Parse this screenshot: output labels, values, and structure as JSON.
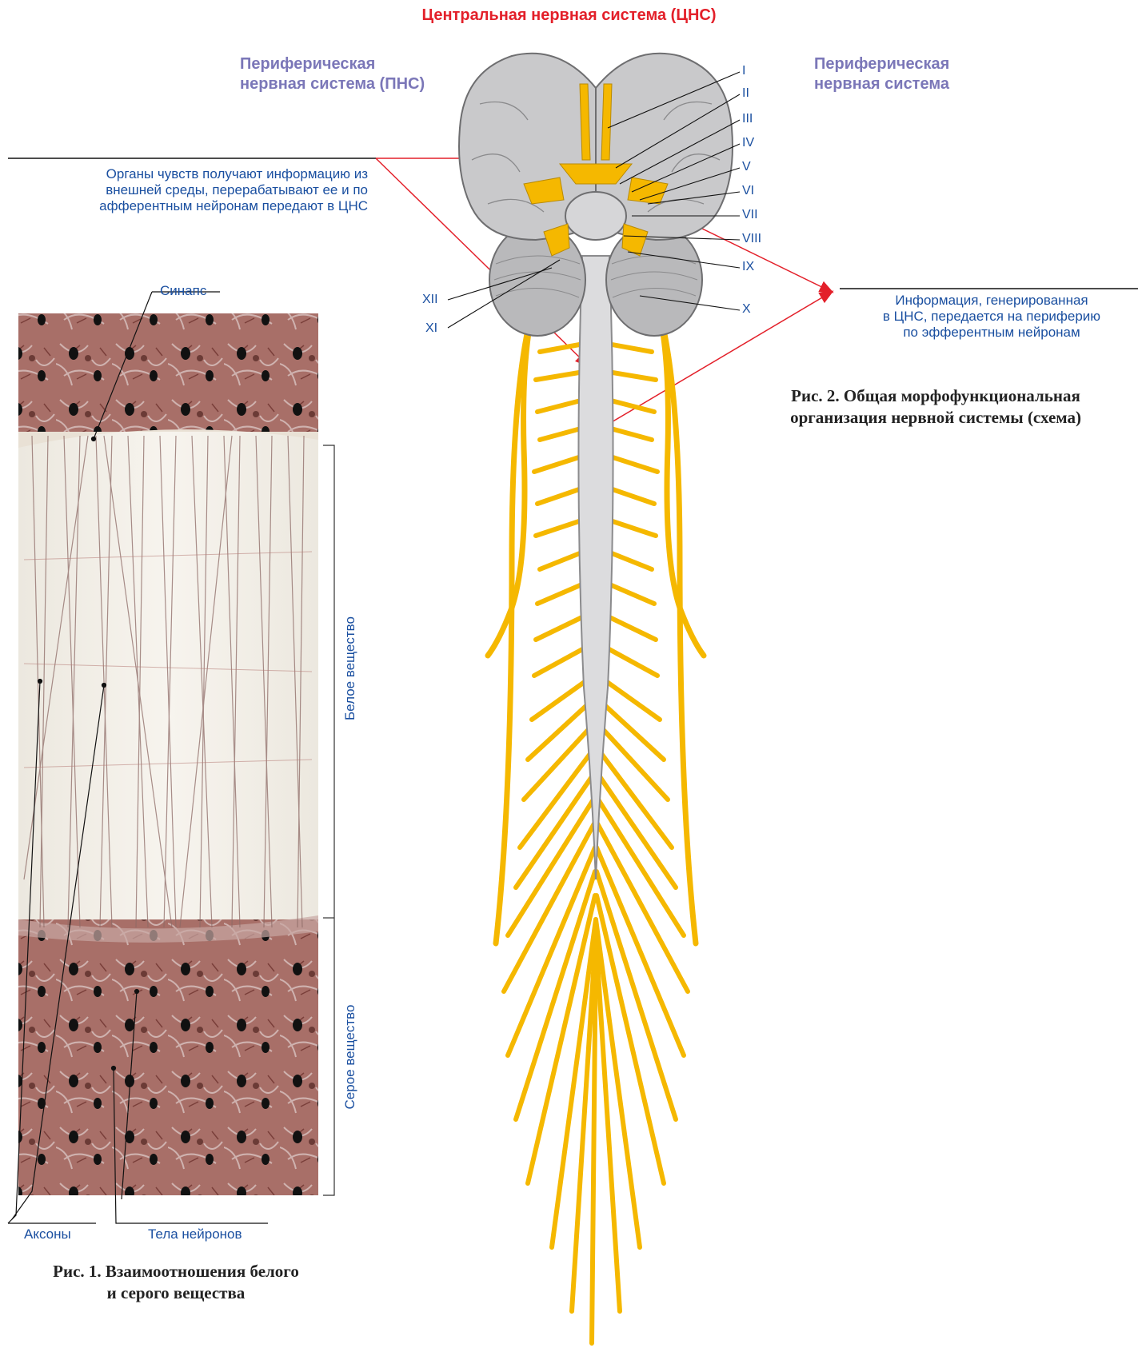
{
  "header": {
    "cns_title": "Центральная нервная система (ЦНС)",
    "pns_left": [
      "Периферическая",
      "нервная система (ПНС)"
    ],
    "pns_right": [
      "Периферическая",
      "нервная система"
    ]
  },
  "annotations": {
    "afferent": [
      "Органы чувств получают информацию из",
      "внешней среды, перерабатывают ее и по",
      "афферентным нейронам передают в ЦНС"
    ],
    "efferent": [
      "Информация, генерированная",
      "в ЦНС, передается на периферию",
      "по эфферентным нейронам"
    ]
  },
  "cranial_nerves": [
    "I",
    "II",
    "III",
    "IV",
    "V",
    "VI",
    "VII",
    "VIII",
    "IX",
    "X",
    "XI",
    "XII"
  ],
  "fig1": {
    "synapse": "Синапс",
    "white_matter": "Белое вещество",
    "gray_matter": "Серое вещество",
    "axons": "Аксоны",
    "neuron_bodies": "Тела нейронов",
    "caption": [
      "Рис. 1. Взаимоотношения белого",
      "и серого вещества"
    ]
  },
  "fig2": {
    "caption": [
      "Рис. 2. Общая морфофункциональная",
      "организация нервной системы (схема)"
    ]
  },
  "colors": {
    "cns_title": "#e3202a",
    "pns": "#7b77b8",
    "label": "#1a4fa0",
    "nerve": "#f5b800",
    "brain": "#c9c9cb",
    "tissue": "#a86f68",
    "arrow": "#e3202a"
  }
}
